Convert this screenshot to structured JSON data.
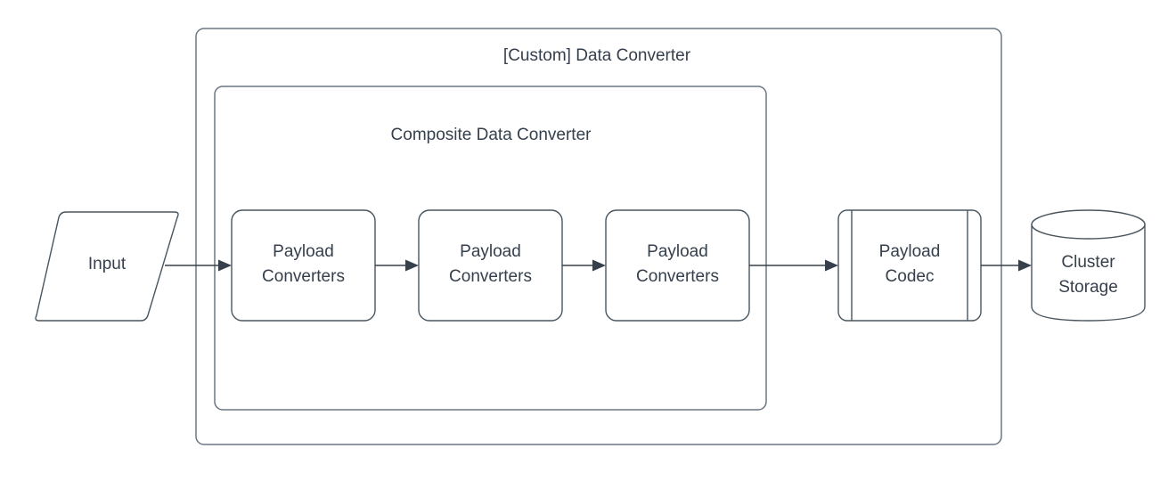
{
  "diagram": {
    "title_visible": false,
    "colors": {
      "shape_stroke": "#49565f",
      "container_stroke": "#6b7683",
      "text": "#36404d",
      "background": "#ffffff",
      "connector": "#36404d"
    },
    "containers": [
      {
        "id": "custom-data-converter",
        "label": "[Custom] Data Converter"
      },
      {
        "id": "composite-data-converter",
        "label": "Composite Data Converter"
      }
    ],
    "nodes": [
      {
        "id": "input",
        "shape": "parallelogram",
        "label": "Input"
      },
      {
        "id": "payload-converters-1",
        "shape": "rounded-rect",
        "label_line1": "Payload",
        "label_line2": "Converters"
      },
      {
        "id": "payload-converters-2",
        "shape": "rounded-rect",
        "label_line1": "Payload",
        "label_line2": "Converters"
      },
      {
        "id": "payload-converters-3",
        "shape": "rounded-rect",
        "label_line1": "Payload",
        "label_line2": "Converters"
      },
      {
        "id": "payload-codec",
        "shape": "subroutine",
        "label_line1": "Payload",
        "label_line2": "Codec"
      },
      {
        "id": "cluster-storage",
        "shape": "cylinder",
        "label_line1": "Cluster",
        "label_line2": "Storage"
      }
    ],
    "connectors": [
      {
        "id": "input-to-pc1",
        "from": "input",
        "to": "payload-converters-1",
        "arrow": "single"
      },
      {
        "id": "pc1-to-pc2",
        "from": "payload-converters-1",
        "to": "payload-converters-2",
        "arrow": "single"
      },
      {
        "id": "pc2-to-pc3",
        "from": "payload-converters-2",
        "to": "payload-converters-3",
        "arrow": "single"
      },
      {
        "id": "pc3-to-codec",
        "from": "payload-converters-3",
        "to": "payload-codec",
        "arrow": "single"
      },
      {
        "id": "codec-to-storage",
        "from": "payload-codec",
        "to": "cluster-storage",
        "arrow": "single"
      }
    ]
  }
}
